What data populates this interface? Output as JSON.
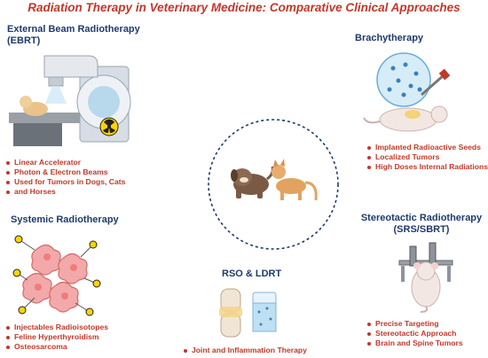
{
  "title": "Radiation Therapy in Veterinary Medicine: Comparative Clinical Approaches",
  "colors": {
    "title": "#c0392b",
    "heading": "#1f3a6b",
    "bullet": "#c0392b",
    "circle": "#1f3a6b"
  },
  "sections": {
    "ebrt": {
      "title_line1": "External Beam Radiotherapy",
      "title_line2": "(EBRT)",
      "bullets": [
        "Linear Accelerator",
        "Photon & Electron Beams",
        "Used for Tumors in Dogs, Cats",
        "and Horses"
      ],
      "illustration": "linear-accelerator-with-dog"
    },
    "brachy": {
      "title": "Brachytherapy",
      "bullets": [
        "Implanted Radioactive Seeds",
        "Localized Tumors",
        "High Doses Internal Radiations"
      ],
      "illustration": "mouse-with-syringe-and-seeds"
    },
    "systemic": {
      "title": "Systemic Radiotherapy",
      "bullets": [
        "Injectables Radioisotopes",
        "Feline Hyperthyroidism",
        "Osteosarcoma"
      ],
      "illustration": "cells-with-radioisotopes"
    },
    "stereo": {
      "title_line1": "Stereotactic Radiotherapy",
      "title_line2": "(SRS/SBRT)",
      "bullets": [
        "Precise Targeting",
        "Stereotactic Approach",
        "Brain and Spine Tumors"
      ],
      "illustration": "mouse-in-stereotactic-frame"
    },
    "rso": {
      "title": "RSO & LDRT",
      "bullets": [
        "Joint and Inflammation Therapy"
      ],
      "illustration": "joint-and-test-tube"
    },
    "center": {
      "illustration": "dog-and-cat"
    }
  }
}
